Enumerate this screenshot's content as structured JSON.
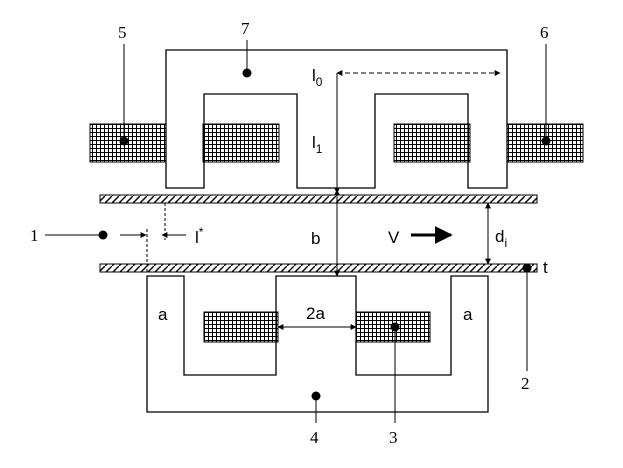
{
  "diagram": {
    "callouts": {
      "n1": "1",
      "n2": "2",
      "n3": "3",
      "n4": "4",
      "n5": "5",
      "n6": "6",
      "n7": "7"
    },
    "symbols": {
      "l0": "l",
      "l0_sub": "0",
      "l1": "l",
      "l1_sub": "1",
      "lstar": "l",
      "lstar_sup": "*",
      "b": "b",
      "V": "V",
      "di": "d",
      "di_sub": "i",
      "t": "t",
      "a_left": "a",
      "a_right": "a",
      "two_a": "2a"
    },
    "colors": {
      "line": "#000000",
      "background": "#ffffff"
    }
  }
}
